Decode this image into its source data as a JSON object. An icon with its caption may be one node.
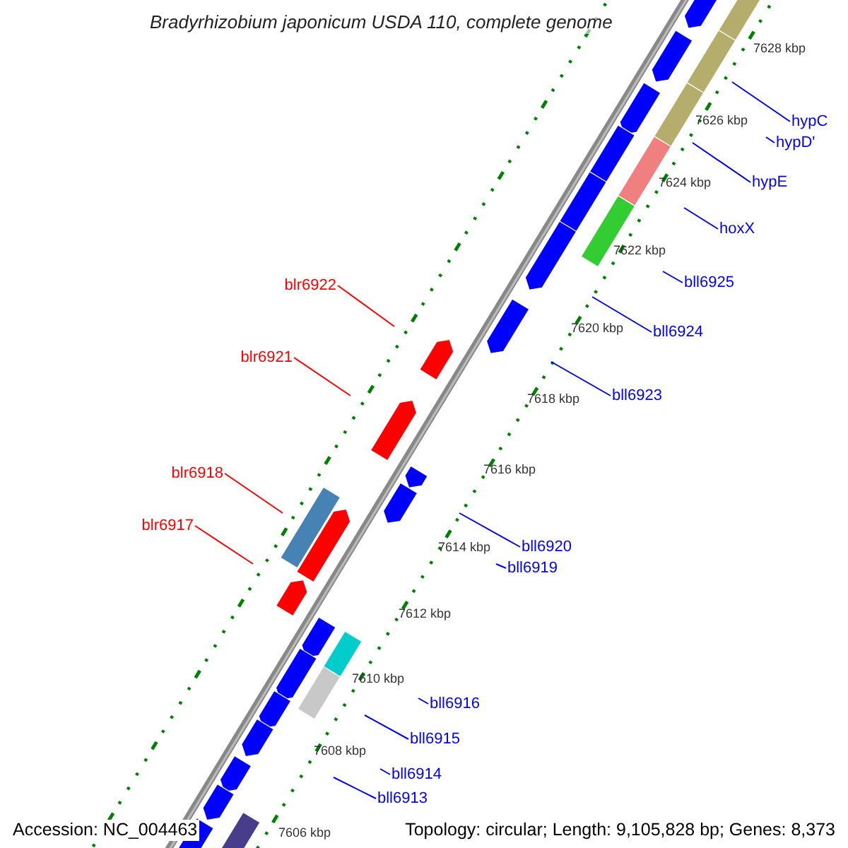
{
  "diagram": {
    "title": "Bradyrhizobium japonicum USDA 110, complete genome",
    "nodes": [
      {
        "text": [
          "hypC"
        ]
      },
      {
        "text": [
          "hypD'"
        ]
      },
      {
        "text": [
          "hypE"
        ]
      },
      {
        "text": [
          "hoxX"
        ]
      },
      {
        "text": [
          "bll6925"
        ]
      },
      {
        "text": [
          "blr6922"
        ]
      },
      {
        "text": [
          "bll6924"
        ]
      },
      {
        "text": [
          "blr6921"
        ]
      },
      {
        "text": [
          "bll6923"
        ]
      },
      {
        "text": [
          "blr6918"
        ]
      },
      {
        "text": [
          "blr6917"
        ]
      },
      {
        "text": [
          "bll6920"
        ]
      },
      {
        "text": [
          "bll6919"
        ]
      },
      {
        "text": [
          "bll6916"
        ]
      },
      {
        "text": [
          "bll6915"
        ]
      },
      {
        "text": [
          "bll6914"
        ]
      },
      {
        "text": [
          "bll6913"
        ]
      }
    ],
    "edges": [
      {
        "from": 0,
        "to": null,
        "arrow": "none"
      },
      {
        "from": 1,
        "to": null,
        "arrow": "none"
      },
      {
        "from": 2,
        "to": null,
        "arrow": "none"
      },
      {
        "from": 3,
        "to": null,
        "arrow": "none"
      },
      {
        "from": 4,
        "to": null,
        "arrow": "none"
      },
      {
        "from": 5,
        "to": null,
        "arrow": "none",
        "color": "#ff0000"
      },
      {
        "from": 6,
        "to": null,
        "arrow": "none"
      },
      {
        "from": 7,
        "to": null,
        "arrow": "none",
        "color": "#ff0000"
      },
      {
        "from": 8,
        "to": null,
        "arrow": "none"
      },
      {
        "from": 9,
        "to": null,
        "arrow": "none",
        "color": "#ff0000"
      },
      {
        "from": 10,
        "to": null,
        "arrow": "none",
        "color": "#ff0000"
      },
      {
        "from": 11,
        "to": null,
        "arrow": "none"
      },
      {
        "from": 12,
        "to": null,
        "arrow": "none"
      },
      {
        "from": 13,
        "to": null,
        "arrow": "none"
      },
      {
        "from": 14,
        "to": null,
        "arrow": "none"
      },
      {
        "from": 15,
        "to": null,
        "arrow": "none"
      },
      {
        "from": 16,
        "to": null,
        "arrow": "none"
      }
    ],
    "labels": [
      "7628 kbp",
      "7626 kbp",
      "7624 kbp",
      "7622 kbp",
      "7620 kbp",
      "7618 kbp",
      "7616 kbp",
      "7614 kbp",
      "7612 kbp",
      "7610 kbp",
      "7608 kbp",
      "7606 kbp",
      "Accession: NC_004463",
      "Topology: circular; Length: 9,105,828 bp; Genes: 8,373"
    ]
  }
}
